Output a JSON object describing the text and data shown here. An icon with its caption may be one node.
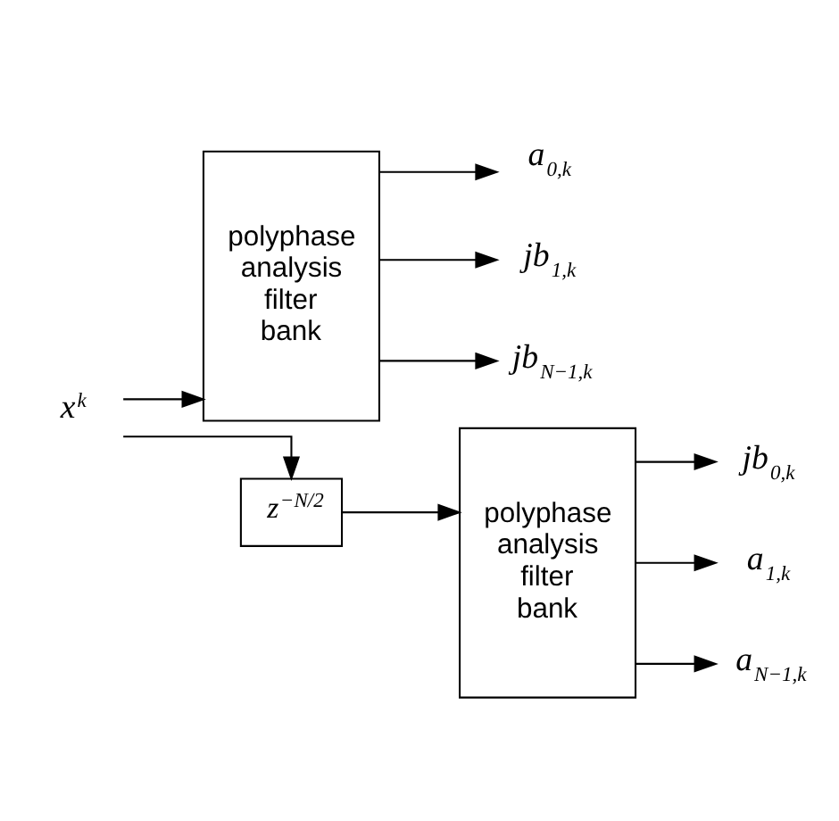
{
  "diagram": {
    "nodes": [
      {
        "text": [
          "x$^{k}$"
        ]
      },
      {
        "text": [
          "polyphase analysis filter bank"
        ]
      },
      {
        "text": [
          "a$_{0,k}$"
        ]
      },
      {
        "text": [
          "jb$_{1,k}$"
        ]
      },
      {
        "text": [
          "jb$_{N−1,k}$"
        ]
      },
      {
        "text": [
          "z$^{−N/2}$"
        ]
      },
      {
        "text": [
          "polyphase analysis filter bank"
        ]
      },
      {
        "text": [
          "jb$_{0,k}$"
        ]
      },
      {
        "text": [
          "a$_{1,k}$"
        ]
      },
      {
        "text": [
          "a$_{N−1,k}$"
        ]
      }
    ],
    "edges": [
      {
        "from": 0,
        "to": 1,
        "arrow": "to"
      },
      {
        "from": 0,
        "to": 5,
        "arrow": "to"
      },
      {
        "from": 5,
        "to": 6,
        "arrow": "to"
      },
      {
        "from": 1,
        "to": 2,
        "arrow": "to"
      },
      {
        "from": 1,
        "to": 3,
        "arrow": "to"
      },
      {
        "from": 1,
        "to": 4,
        "arrow": "to"
      },
      {
        "from": 6,
        "to": 7,
        "arrow": "to"
      },
      {
        "from": 6,
        "to": 8,
        "arrow": "to"
      },
      {
        "from": 6,
        "to": 9,
        "arrow": "to"
      }
    ]
  }
}
